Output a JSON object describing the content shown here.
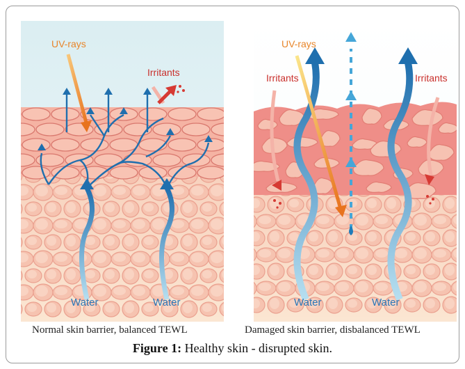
{
  "labels": {
    "uv": "UV-rays",
    "irritants": "Irritants",
    "water": "Water"
  },
  "captions": {
    "left": "Normal skin barrier, balanced TEWL",
    "right": "Damaged skin barrier, disbalanced TEWL"
  },
  "figure": {
    "label": "Figure 1:",
    "text": "Healthy skin - disrupted skin."
  },
  "colors": {
    "sky": "#dff0f4",
    "cells": "#f6c3b0",
    "cell_outline": "#eaa08f",
    "stratum": "#f19a93",
    "water_arrow": "#1f7cba",
    "uv_arrow": "#f08b2b",
    "irritant_arrow": "#d63a33"
  }
}
